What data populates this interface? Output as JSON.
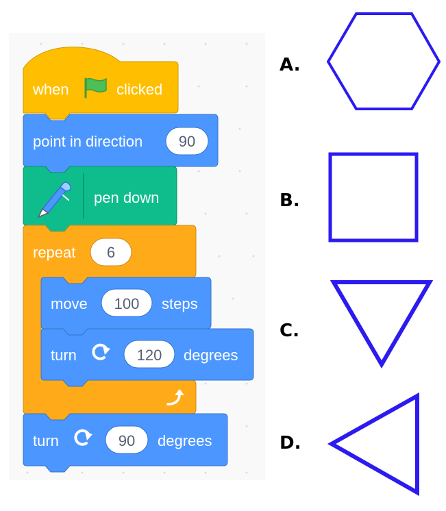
{
  "colors": {
    "events": "#ffbf00",
    "events_stroke": "#cc9900",
    "motion": "#4c97ff",
    "motion_stroke": "#3373cc",
    "pen": "#0fbd8c",
    "pen_stroke": "#0b8e69",
    "control": "#ffab19",
    "control_stroke": "#cf8b17",
    "canvas": "#f9f9f9",
    "shape": "#2b1bf0"
  },
  "script": {
    "hat": {
      "prefix": "when",
      "suffix": "clicked",
      "icon": "green-flag-icon"
    },
    "point_direction": {
      "label": "point in direction",
      "value": "90"
    },
    "pen_down": {
      "label": "pen down",
      "icon": "pen-icon"
    },
    "repeat": {
      "label": "repeat",
      "value": "6",
      "icon": "loop-arrow-icon"
    },
    "move": {
      "prefix": "move",
      "value": "100",
      "suffix": "steps"
    },
    "turn_inner": {
      "prefix": "turn",
      "value": "120",
      "suffix": "degrees",
      "icon": "rotate-right-icon"
    },
    "turn_outer": {
      "prefix": "turn",
      "value": "90",
      "suffix": "degrees",
      "icon": "rotate-right-icon"
    }
  },
  "options": [
    {
      "label": "A.",
      "shape": "hexagon"
    },
    {
      "label": "B.",
      "shape": "square"
    },
    {
      "label": "C.",
      "shape": "triangle-down"
    },
    {
      "label": "D.",
      "shape": "triangle-left"
    }
  ]
}
